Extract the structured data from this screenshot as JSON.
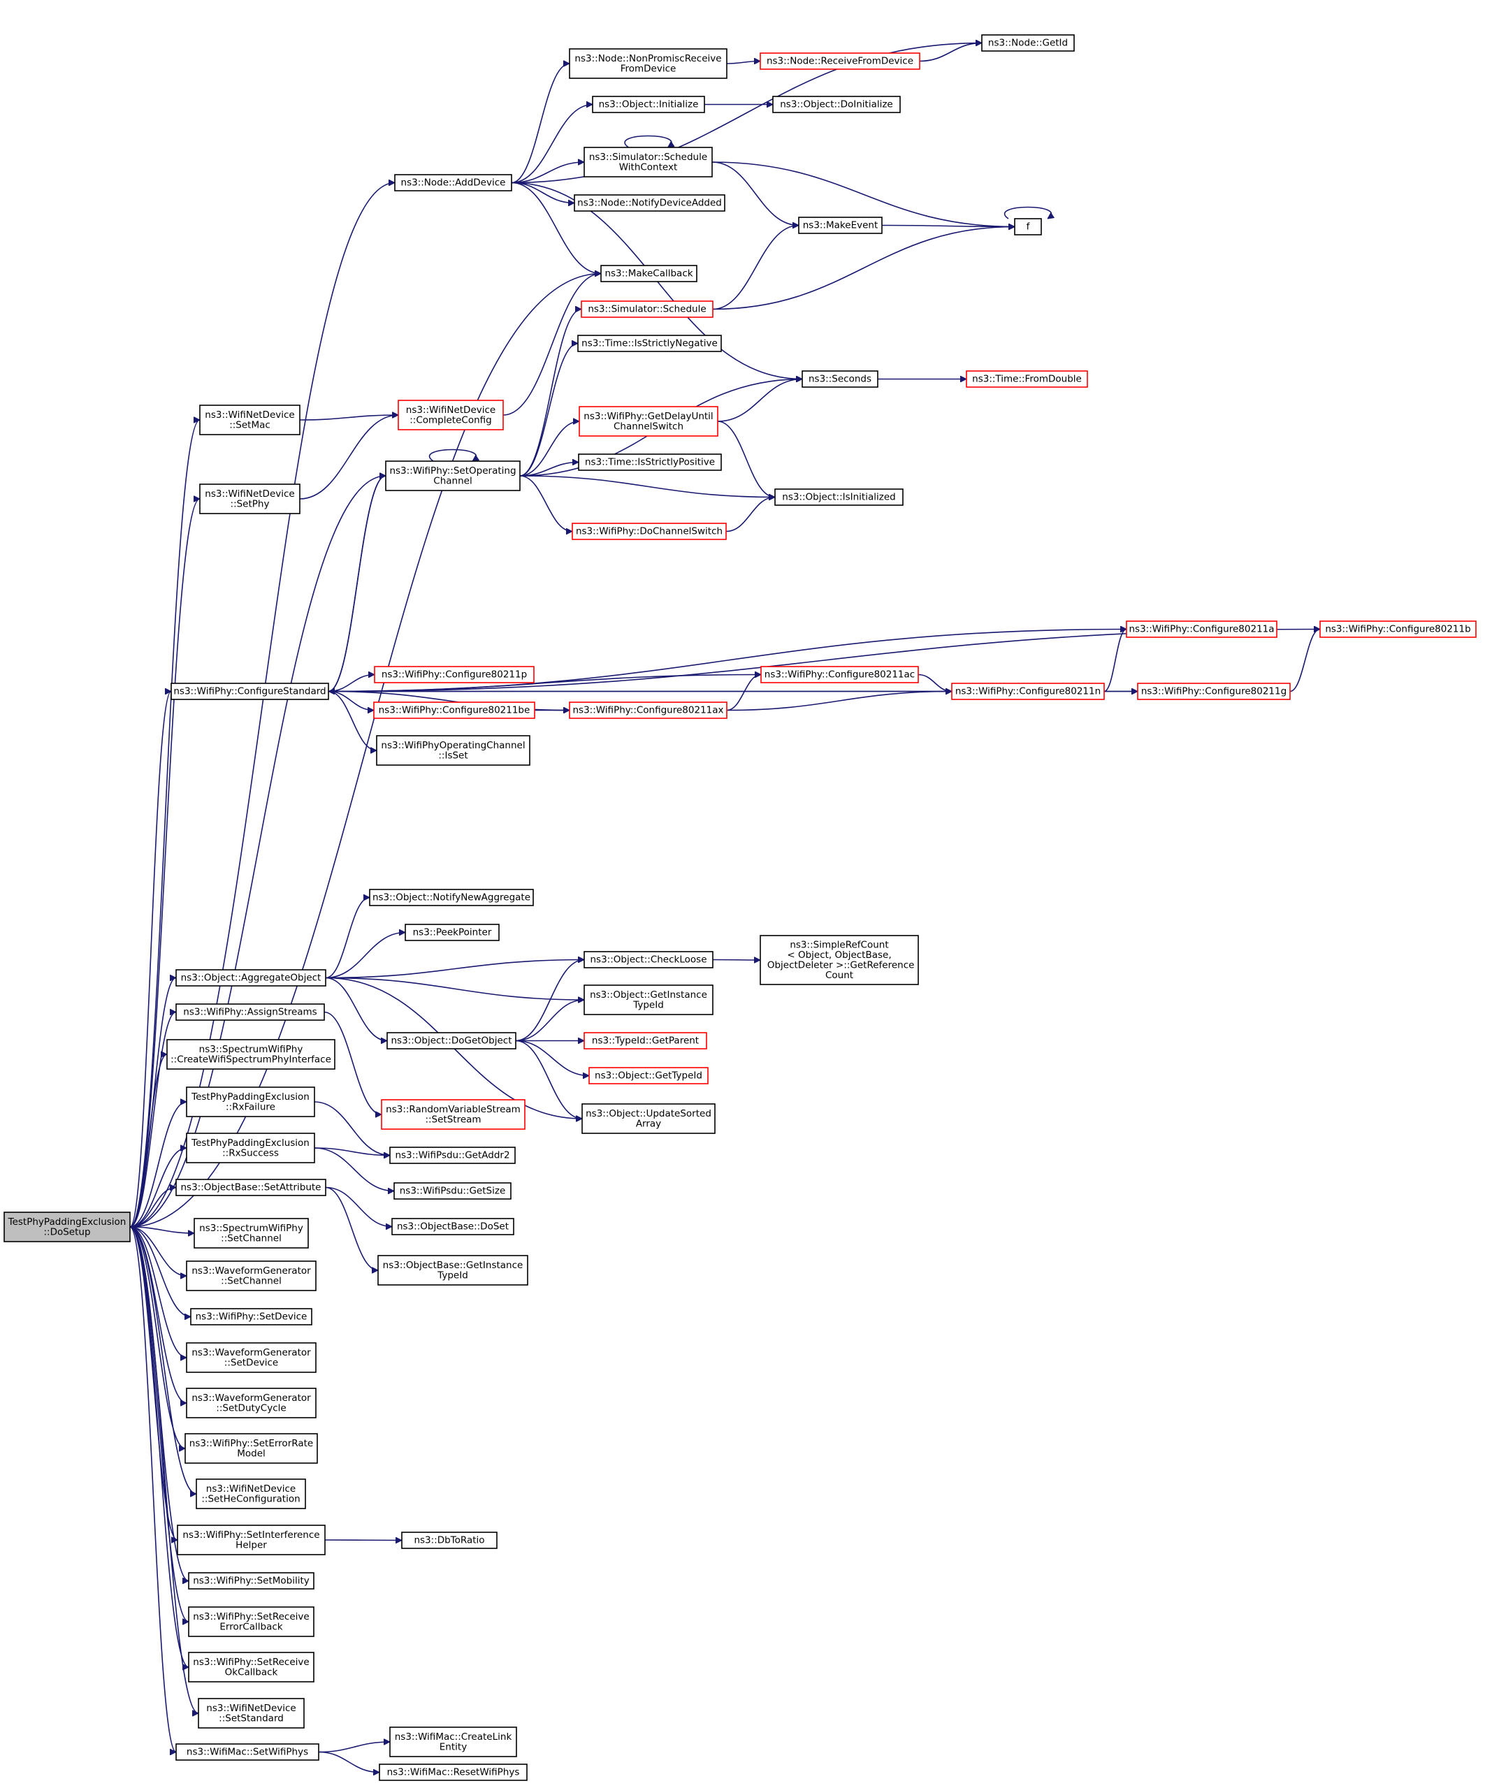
{
  "nodes": [
    {
      "id": "root",
      "label": "TestPhyPaddingExclusion\n::DoSetup",
      "kind": "root"
    },
    {
      "id": "addDevice",
      "label": "ns3::Node::AddDevice"
    },
    {
      "id": "nonPromisc",
      "label": "ns3::Node::NonPromiscReceive\nFromDevice"
    },
    {
      "id": "receiveFromDevice",
      "label": "ns3::Node::ReceiveFromDevice",
      "kind": "truncated"
    },
    {
      "id": "getId",
      "label": "ns3::Node::GetId"
    },
    {
      "id": "objInitialize",
      "label": "ns3::Object::Initialize"
    },
    {
      "id": "doInitialize",
      "label": "ns3::Object::DoInitialize"
    },
    {
      "id": "scheduleWithContext",
      "label": "ns3::Simulator::Schedule\nWithContext"
    },
    {
      "id": "notifyDeviceAdded",
      "label": "ns3::Node::NotifyDeviceAdded"
    },
    {
      "id": "makeEvent",
      "label": "ns3::MakeEvent"
    },
    {
      "id": "f",
      "label": "f"
    },
    {
      "id": "makeCallback",
      "label": "ns3::MakeCallback"
    },
    {
      "id": "simSchedule",
      "label": "ns3::Simulator::Schedule",
      "kind": "truncated"
    },
    {
      "id": "isStrictlyNegative",
      "label": "ns3::Time::IsStrictlyNegative"
    },
    {
      "id": "seconds",
      "label": "ns3::Seconds"
    },
    {
      "id": "fromDouble",
      "label": "ns3::Time::FromDouble",
      "kind": "truncated"
    },
    {
      "id": "setMac",
      "label": "ns3::WifiNetDevice\n::SetMac"
    },
    {
      "id": "completeConfig",
      "label": "ns3::WifiNetDevice\n::CompleteConfig",
      "kind": "truncated"
    },
    {
      "id": "getDelayUntil",
      "label": "ns3::WifiPhy::GetDelayUntil\nChannelSwitch",
      "kind": "truncated"
    },
    {
      "id": "setPhy",
      "label": "ns3::WifiNetDevice\n::SetPhy"
    },
    {
      "id": "setOperating",
      "label": "ns3::WifiPhy::SetOperating\nChannel"
    },
    {
      "id": "isStrictlyPositive",
      "label": "ns3::Time::IsStrictlyPositive"
    },
    {
      "id": "isInitialized",
      "label": "ns3::Object::IsInitialized"
    },
    {
      "id": "doChannelSwitch",
      "label": "ns3::WifiPhy::DoChannelSwitch",
      "kind": "truncated"
    },
    {
      "id": "configure80211a",
      "label": "ns3::WifiPhy::Configure80211a",
      "kind": "truncated"
    },
    {
      "id": "configure80211b",
      "label": "ns3::WifiPhy::Configure80211b",
      "kind": "truncated"
    },
    {
      "id": "configureStandard",
      "label": "ns3::WifiPhy::ConfigureStandard"
    },
    {
      "id": "configure80211p",
      "label": "ns3::WifiPhy::Configure80211p",
      "kind": "truncated"
    },
    {
      "id": "configure80211ac",
      "label": "ns3::WifiPhy::Configure80211ac",
      "kind": "truncated"
    },
    {
      "id": "configure80211n",
      "label": "ns3::WifiPhy::Configure80211n",
      "kind": "truncated"
    },
    {
      "id": "configure80211g",
      "label": "ns3::WifiPhy::Configure80211g",
      "kind": "truncated"
    },
    {
      "id": "configure80211be",
      "label": "ns3::WifiPhy::Configure80211be",
      "kind": "truncated"
    },
    {
      "id": "configure80211ax",
      "label": "ns3::WifiPhy::Configure80211ax",
      "kind": "truncated"
    },
    {
      "id": "opChannelIsSet",
      "label": "ns3::WifiPhyOperatingChannel\n::IsSet"
    },
    {
      "id": "notifyNewAggregate",
      "label": "ns3::Object::NotifyNewAggregate"
    },
    {
      "id": "peekPointer",
      "label": "ns3::PeekPointer"
    },
    {
      "id": "checkLoose",
      "label": "ns3::Object::CheckLoose"
    },
    {
      "id": "getReferenceCount",
      "label": "ns3::SimpleRefCount\n< Object, ObjectBase,\n ObjectDeleter >::GetReference\nCount"
    },
    {
      "id": "aggregateObject",
      "label": "ns3::Object::AggregateObject"
    },
    {
      "id": "getInstanceTypeId",
      "label": "ns3::Object::GetInstance\nTypeId"
    },
    {
      "id": "assignStreams",
      "label": "ns3::WifiPhy::AssignStreams"
    },
    {
      "id": "doGetObject",
      "label": "ns3::Object::DoGetObject"
    },
    {
      "id": "getParent",
      "label": "ns3::TypeId::GetParent",
      "kind": "truncated"
    },
    {
      "id": "createWifiSpectrum",
      "label": "ns3::SpectrumWifiPhy\n::CreateWifiSpectrumPhyInterface"
    },
    {
      "id": "getTypeId",
      "label": "ns3::Object::GetTypeId",
      "kind": "truncated"
    },
    {
      "id": "rxFailure",
      "label": "TestPhyPaddingExclusion\n::RxFailure"
    },
    {
      "id": "setStream",
      "label": "ns3::RandomVariableStream\n::SetStream",
      "kind": "truncated"
    },
    {
      "id": "updateSortedArray",
      "label": "ns3::Object::UpdateSorted\nArray"
    },
    {
      "id": "rxSuccess",
      "label": "TestPhyPaddingExclusion\n::RxSuccess"
    },
    {
      "id": "getAddr2",
      "label": "ns3::WifiPsdu::GetAddr2"
    },
    {
      "id": "getSize",
      "label": "ns3::WifiPsdu::GetSize"
    },
    {
      "id": "setAttribute",
      "label": "ns3::ObjectBase::SetAttribute"
    },
    {
      "id": "doSet",
      "label": "ns3::ObjectBase::DoSet"
    },
    {
      "id": "spectrumSetChannel",
      "label": "ns3::SpectrumWifiPhy\n::SetChannel"
    },
    {
      "id": "obGetInstanceTypeId",
      "label": "ns3::ObjectBase::GetInstance\nTypeId"
    },
    {
      "id": "wgSetChannel",
      "label": "ns3::WaveformGenerator\n::SetChannel"
    },
    {
      "id": "phySetDevice",
      "label": "ns3::WifiPhy::SetDevice"
    },
    {
      "id": "wgSetDevice",
      "label": "ns3::WaveformGenerator\n::SetDevice"
    },
    {
      "id": "wgSetDutyCycle",
      "label": "ns3::WaveformGenerator\n::SetDutyCycle"
    },
    {
      "id": "setErrorRateModel",
      "label": "ns3::WifiPhy::SetErrorRate\nModel"
    },
    {
      "id": "setHeConfiguration",
      "label": "ns3::WifiNetDevice\n::SetHeConfiguration"
    },
    {
      "id": "setInterferenceHelper",
      "label": "ns3::WifiPhy::SetInterference\nHelper"
    },
    {
      "id": "dbToRatio",
      "label": "ns3::DbToRatio"
    },
    {
      "id": "setMobility",
      "label": "ns3::WifiPhy::SetMobility"
    },
    {
      "id": "setReceiveErrorCallback",
      "label": "ns3::WifiPhy::SetReceive\nErrorCallback"
    },
    {
      "id": "setReceiveOkCallback",
      "label": "ns3::WifiPhy::SetReceive\nOkCallback"
    },
    {
      "id": "setStandard",
      "label": "ns3::WifiNetDevice\n::SetStandard"
    },
    {
      "id": "setWifiPhys",
      "label": "ns3::WifiMac::SetWifiPhys"
    },
    {
      "id": "createLinkEntity",
      "label": "ns3::WifiMac::CreateLink\nEntity"
    },
    {
      "id": "resetWifiPhys",
      "label": "ns3::WifiMac::ResetWifiPhys"
    }
  ],
  "edges": [
    [
      "root",
      "addDevice"
    ],
    [
      "root",
      "makeCallback"
    ],
    [
      "root",
      "setMac"
    ],
    [
      "root",
      "setPhy"
    ],
    [
      "root",
      "setOperating"
    ],
    [
      "root",
      "configureStandard"
    ],
    [
      "root",
      "aggregateObject"
    ],
    [
      "root",
      "assignStreams"
    ],
    [
      "root",
      "createWifiSpectrum"
    ],
    [
      "root",
      "rxFailure"
    ],
    [
      "root",
      "rxSuccess"
    ],
    [
      "root",
      "setAttribute"
    ],
    [
      "root",
      "spectrumSetChannel"
    ],
    [
      "root",
      "wgSetChannel"
    ],
    [
      "root",
      "phySetDevice"
    ],
    [
      "root",
      "wgSetDevice"
    ],
    [
      "root",
      "wgSetDutyCycle"
    ],
    [
      "root",
      "setErrorRateModel"
    ],
    [
      "root",
      "setHeConfiguration"
    ],
    [
      "root",
      "setInterferenceHelper"
    ],
    [
      "root",
      "setMobility"
    ],
    [
      "root",
      "setReceiveErrorCallback"
    ],
    [
      "root",
      "setReceiveOkCallback"
    ],
    [
      "root",
      "setStandard"
    ],
    [
      "root",
      "setWifiPhys"
    ],
    [
      "addDevice",
      "getId"
    ],
    [
      "addDevice",
      "nonPromisc"
    ],
    [
      "addDevice",
      "objInitialize"
    ],
    [
      "addDevice",
      "scheduleWithContext"
    ],
    [
      "addDevice",
      "notifyDeviceAdded"
    ],
    [
      "addDevice",
      "makeCallback"
    ],
    [
      "addDevice",
      "seconds"
    ],
    [
      "nonPromisc",
      "receiveFromDevice"
    ],
    [
      "receiveFromDevice",
      "getId"
    ],
    [
      "objInitialize",
      "doInitialize"
    ],
    [
      "scheduleWithContext",
      "scheduleWithContext"
    ],
    [
      "scheduleWithContext",
      "makeEvent"
    ],
    [
      "scheduleWithContext",
      "f"
    ],
    [
      "makeEvent",
      "f"
    ],
    [
      "f",
      "f"
    ],
    [
      "simSchedule",
      "makeEvent"
    ],
    [
      "simSchedule",
      "f"
    ],
    [
      "seconds",
      "fromDouble"
    ],
    [
      "setMac",
      "completeConfig"
    ],
    [
      "setPhy",
      "completeConfig"
    ],
    [
      "completeConfig",
      "makeCallback"
    ],
    [
      "setOperating",
      "setOperating"
    ],
    [
      "setOperating",
      "simSchedule"
    ],
    [
      "setOperating",
      "isStrictlyNegative"
    ],
    [
      "setOperating",
      "seconds"
    ],
    [
      "setOperating",
      "getDelayUntil"
    ],
    [
      "setOperating",
      "isStrictlyPositive"
    ],
    [
      "setOperating",
      "isInitialized"
    ],
    [
      "setOperating",
      "doChannelSwitch"
    ],
    [
      "setOperating",
      "configureStandard"
    ],
    [
      "getDelayUntil",
      "seconds"
    ],
    [
      "getDelayUntil",
      "isInitialized"
    ],
    [
      "doChannelSwitch",
      "isInitialized"
    ],
    [
      "configureStandard",
      "setOperating"
    ],
    [
      "configureStandard",
      "configure80211b"
    ],
    [
      "configureStandard",
      "configure80211a"
    ],
    [
      "configureStandard",
      "configure80211ac"
    ],
    [
      "configureStandard",
      "configure80211p"
    ],
    [
      "configureStandard",
      "configure80211be"
    ],
    [
      "configureStandard",
      "opChannelIsSet"
    ],
    [
      "configureStandard",
      "configure80211ax"
    ],
    [
      "configureStandard",
      "configure80211n"
    ],
    [
      "configureStandard",
      "configure80211g"
    ],
    [
      "configure80211be",
      "configure80211ax"
    ],
    [
      "configure80211ax",
      "configure80211ac"
    ],
    [
      "configure80211ax",
      "configure80211n"
    ],
    [
      "configure80211ac",
      "configure80211n"
    ],
    [
      "configure80211n",
      "configure80211a"
    ],
    [
      "configure80211n",
      "configure80211g"
    ],
    [
      "configure80211g",
      "configure80211b"
    ],
    [
      "aggregateObject",
      "notifyNewAggregate"
    ],
    [
      "aggregateObject",
      "peekPointer"
    ],
    [
      "aggregateObject",
      "checkLoose"
    ],
    [
      "aggregateObject",
      "getInstanceTypeId"
    ],
    [
      "aggregateObject",
      "doGetObject"
    ],
    [
      "aggregateObject",
      "updateSortedArray"
    ],
    [
      "checkLoose",
      "getReferenceCount"
    ],
    [
      "doGetObject",
      "checkLoose"
    ],
    [
      "doGetObject",
      "getInstanceTypeId"
    ],
    [
      "doGetObject",
      "getParent"
    ],
    [
      "doGetObject",
      "getTypeId"
    ],
    [
      "doGetObject",
      "updateSortedArray"
    ],
    [
      "assignStreams",
      "setStream"
    ],
    [
      "rxFailure",
      "getAddr2"
    ],
    [
      "rxSuccess",
      "getAddr2"
    ],
    [
      "rxSuccess",
      "getSize"
    ],
    [
      "setAttribute",
      "doSet"
    ],
    [
      "setAttribute",
      "obGetInstanceTypeId"
    ],
    [
      "setInterferenceHelper",
      "dbToRatio"
    ],
    [
      "setWifiPhys",
      "createLinkEntity"
    ],
    [
      "setWifiPhys",
      "resetWifiPhys"
    ]
  ]
}
